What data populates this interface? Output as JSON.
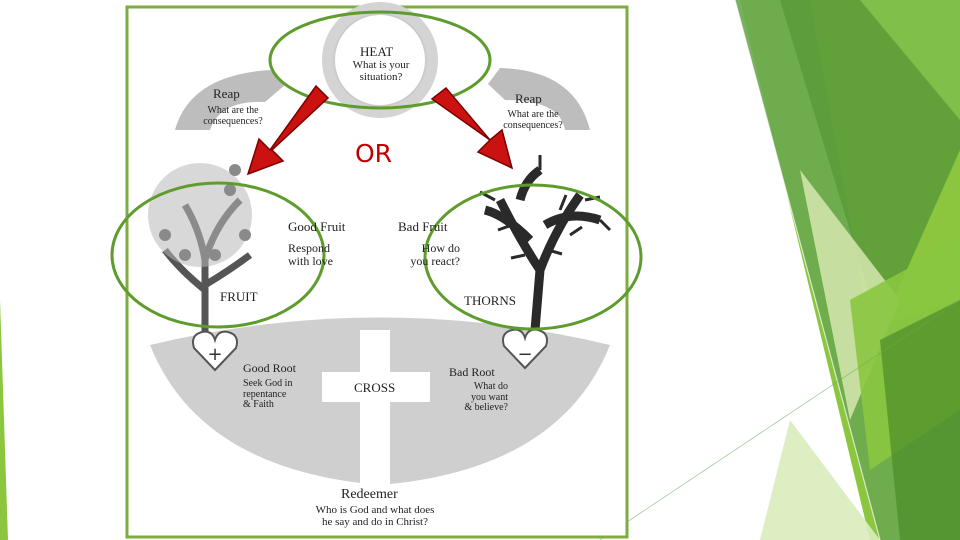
{
  "sun": {
    "title": "HEAT",
    "subtitle": "What is your\nsituation?"
  },
  "or_label": "OR",
  "reap_left": {
    "title": "Reap",
    "subtitle": "What are the\nconsequences?"
  },
  "reap_right": {
    "title": "Reap",
    "subtitle": "What are the\nconsequences?"
  },
  "good_fruit": {
    "title": "Good Fruit",
    "subtitle": "Respond\nwith love"
  },
  "bad_fruit": {
    "title": "Bad Fruit",
    "subtitle": "How do\nyou react?"
  },
  "fruit_label": "FRUIT",
  "thorns_label": "THORNS",
  "good_root": {
    "title": "Good Root",
    "subtitle": "Seek God in\nrepentance\n& Faith"
  },
  "bad_root": {
    "title": "Bad Root",
    "subtitle": "What do\nyou want\n& believe?"
  },
  "cross_label": "CROSS",
  "redeemer": {
    "title": "Redeemer",
    "subtitle": "Who is God and what does\nhe say and do in Christ?"
  },
  "colors": {
    "frame": "#7cad3e",
    "circle": "#5f9c2e",
    "arrow_fill": "#cc1111",
    "arrow_stroke": "#7a0000",
    "or_text": "#c00000",
    "green_light": "#8cc63f",
    "green_mid": "#6aa84f",
    "green_dark": "#3e7d1e",
    "ground": "#c9c9c9"
  }
}
